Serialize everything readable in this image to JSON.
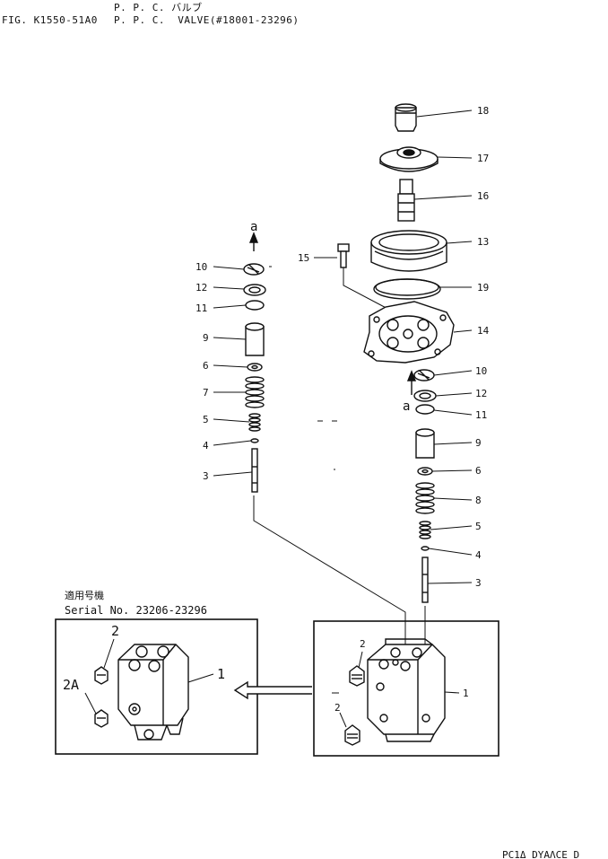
{
  "header": {
    "jp_title": "P. P. C. バルブ",
    "fig_id": "FIG. K1550-51A0",
    "en_title": "P. P. C.  VALVE(#18001-23296)"
  },
  "inset": {
    "label_jp": "適用号機",
    "label_serial": "Serial No. 23206-23296"
  },
  "footer": {
    "code": "PC1Δ  DYAΛCE D"
  },
  "part_labels": {
    "p18": "18",
    "p17": "17",
    "p16": "16",
    "p13": "13",
    "p15": "15",
    "p19": "19",
    "p14": "14",
    "rp10": "10",
    "rp12": "12",
    "rp11": "11",
    "rp9": "9",
    "rp6": "6",
    "rp8": "8",
    "rp5": "5",
    "rp4": "4",
    "rp3": "3",
    "lp10": "10",
    "lp12": "12",
    "lp11": "11",
    "lp9": "9",
    "lp6": "6",
    "lp7": "7",
    "lp5": "5",
    "lp4": "4",
    "lp3": "3",
    "b1": "1",
    "b2a": "2",
    "b2b": "2",
    "i1": "1",
    "i2": "2",
    "i2a": "2A",
    "arrow_a_left": "a",
    "arrow_a_right": "a"
  },
  "colors": {
    "ink": "#111111",
    "paper": "#ffffff"
  }
}
